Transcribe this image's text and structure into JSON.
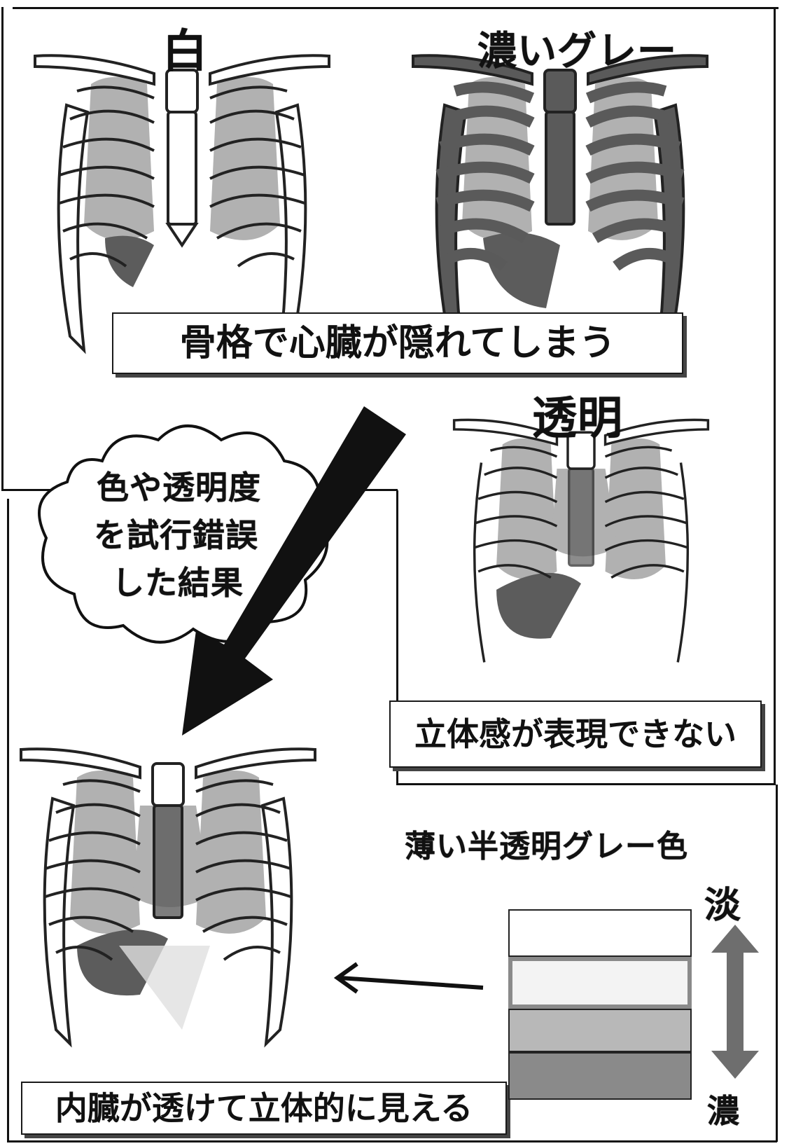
{
  "labels": {
    "white": "白",
    "dark_gray": "濃いグレー",
    "transparent": "透明",
    "light_semi": "薄い半透明グレー色",
    "light_end": "淡",
    "dark_end": "濃"
  },
  "captions": {
    "hidden": "骨格で心臓が隠れてしまう",
    "no_depth": "立体感が表現できない",
    "see_through": "内臓が透けて立体的に見える"
  },
  "cloud": {
    "line1": "色や透明度",
    "line2": "を試行錯誤",
    "line3": "した結果"
  },
  "scale": {
    "swatch_colors": [
      "#ffffff",
      "#f3f3f3",
      "#b8b8b8",
      "#8a8a8a"
    ],
    "highlight_border": "#8a8a8a"
  },
  "colors": {
    "bone_white": "#ffffff",
    "bone_dark": "#5a5a5a",
    "organ_lung": "#a9a9a9",
    "organ_heart": "#5c5c5c",
    "arrow_black": "#111111",
    "arrow_gray": "#6e6e6e"
  }
}
